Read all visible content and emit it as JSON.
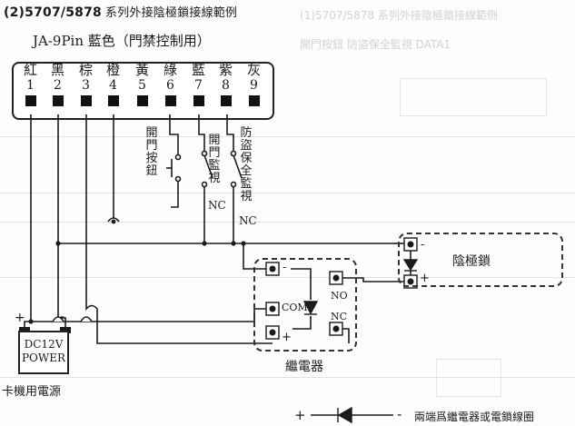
{
  "page": {
    "title": "(2)5707/5878",
    "subtitle": "系列外接陰極鎖接線範例"
  },
  "connector": {
    "title": "JA-9Pin 藍色（門禁控制用）",
    "pins": [
      {
        "color_name": "紅",
        "number": "1"
      },
      {
        "color_name": "黑",
        "number": "2"
      },
      {
        "color_name": "棕",
        "number": "3"
      },
      {
        "color_name": "橙",
        "number": "4"
      },
      {
        "color_name": "黃",
        "number": "5"
      },
      {
        "color_name": "綠",
        "number": "6"
      },
      {
        "color_name": "藍",
        "number": "7"
      },
      {
        "color_name": "紫",
        "number": "8"
      },
      {
        "color_name": "灰",
        "number": "9"
      }
    ]
  },
  "switches": {
    "door_button": "開門按鈕",
    "door_monitor": "開門監視",
    "door_monitor_nc": "NC",
    "tamper": "防盜保全監視",
    "tamper_nc": "NC"
  },
  "power": {
    "line1": "DC12V",
    "line2": "POWER",
    "caption": "卡機用電源",
    "plus": "+",
    "minus": "-"
  },
  "relay": {
    "caption": "繼電器",
    "com": "COM",
    "no": "NO",
    "nc": "NC",
    "minus": "-",
    "plus": "+"
  },
  "lock": {
    "label": "陰極鎖",
    "minus": "-",
    "plus": "+"
  },
  "legend": {
    "plus": "+",
    "minus": "-",
    "text": "兩端爲繼電器或電鎖線圈"
  },
  "background_ghost_text": {
    "line1": "(1)5707/5878 系列外接陰極鎖接線範例",
    "line2": "開門按鈕 防盜保全監視 DATA1"
  }
}
